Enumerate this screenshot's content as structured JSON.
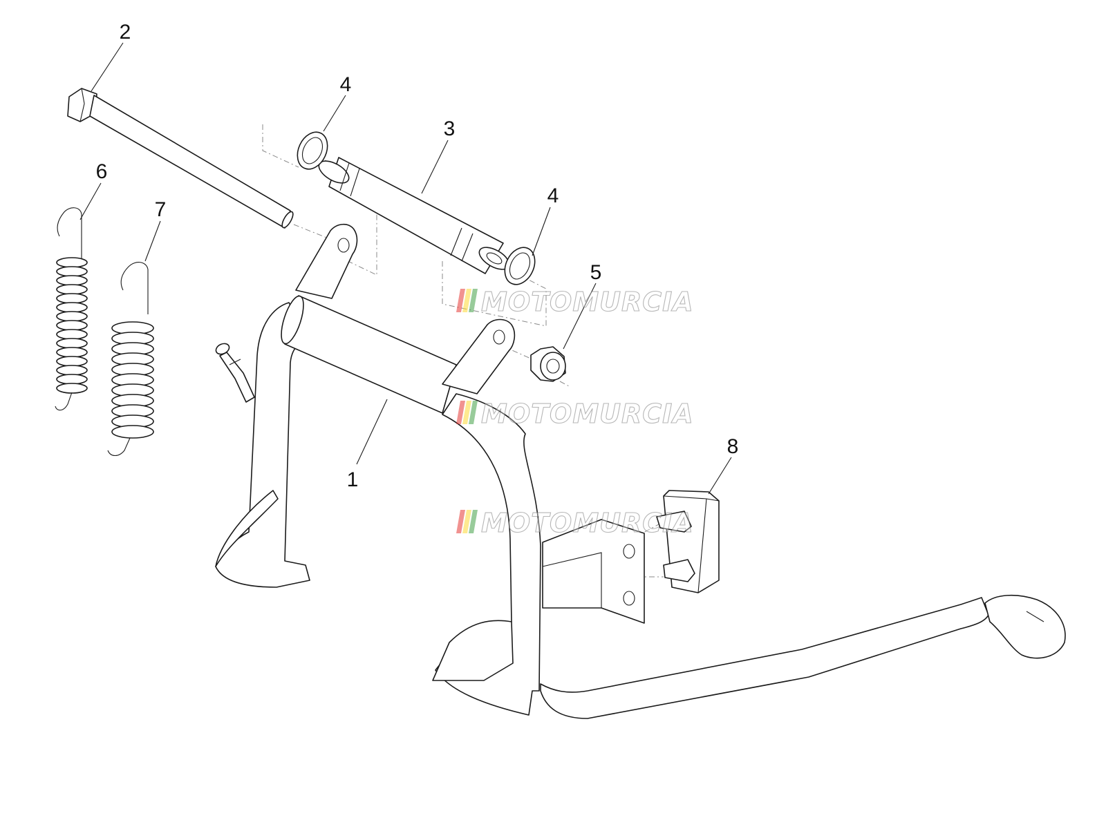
{
  "callouts": [
    {
      "number": "1"
    },
    {
      "number": "2"
    },
    {
      "number": "3"
    },
    {
      "number": "4"
    },
    {
      "number": "4"
    },
    {
      "number": "5"
    },
    {
      "number": "6"
    },
    {
      "number": "7"
    },
    {
      "number": "8"
    }
  ],
  "watermark": {
    "text": "MOTOMURCIA",
    "stripe_colors": [
      "#e53935",
      "#fdd835",
      "#43a047"
    ]
  }
}
